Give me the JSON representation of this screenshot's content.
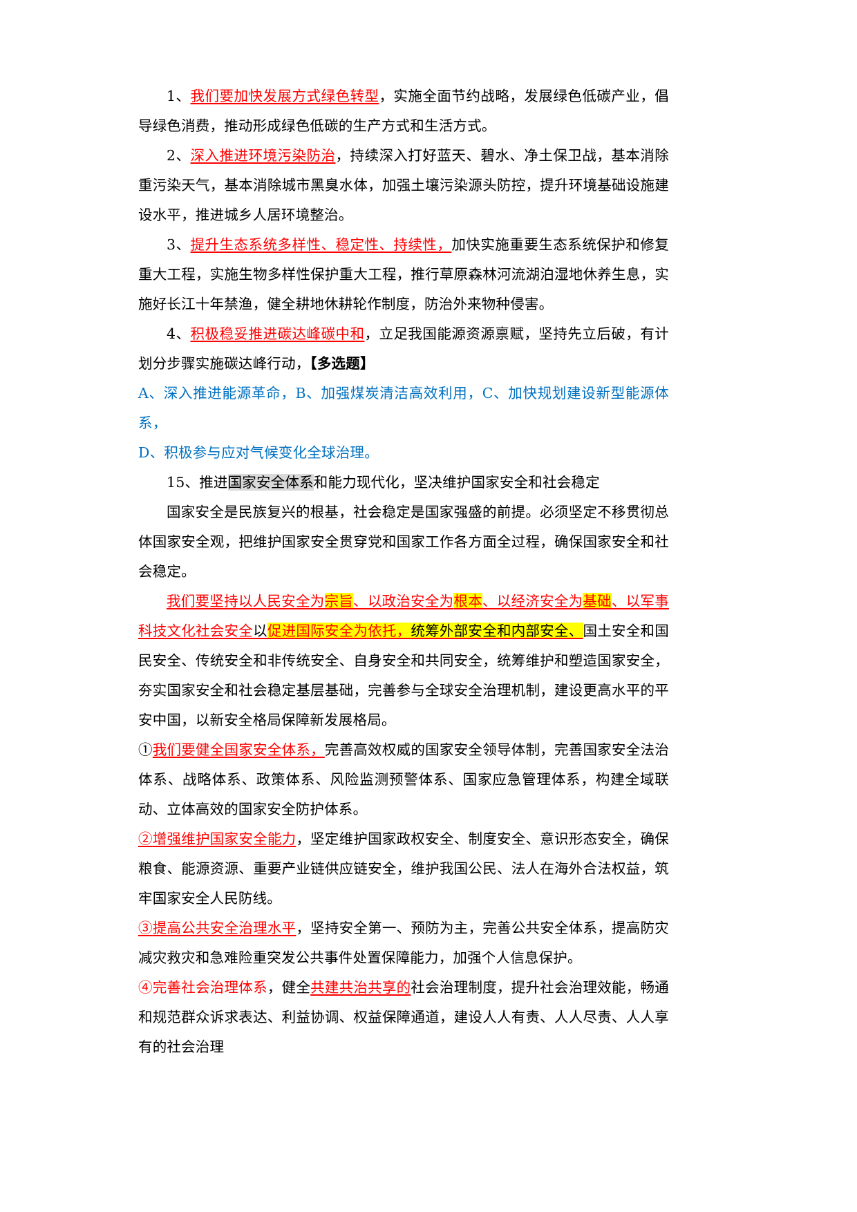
{
  "document": {
    "type": "study-notes-page",
    "language": "zh-CN",
    "colors": {
      "text": "#000000",
      "emphasis_red": "#FF0000",
      "option_blue": "#0070C0",
      "highlight_yellow": "#FFFF00",
      "highlight_gray": "#D9D9D9",
      "page_background": "#FFFFFF"
    }
  },
  "paragraphs": {
    "item1": {
      "number": "1、",
      "key_phrase": "我们要加快发展方式绿色转型",
      "body": "，实施全面节约战略，发展绿色低碳产业，倡导绿色消费，推动形成绿色低碳的生产方式和生活方式。"
    },
    "item2": {
      "number": "2、",
      "key_phrase": "深入推进环境污染防治",
      "body": "，持续深入打好蓝天、碧水、净土保卫战，基本消除重污染天气，基本消除城市黑臭水体，加强土壤污染源头防控，提升环境基础设施建设水平，推进城乡人居环境整治。"
    },
    "item3": {
      "number": "3、",
      "key_phrase": "提升生态系统多样性、稳定性、持续性，",
      "body": "加快实施重要生态系统保护和修复重大工程，实施生物多样性保护重大工程，推行草原森林河流湖泊湿地休养生息，实施好长江十年禁渔，健全耕地休耕轮作制度，防治外来物种侵害。"
    },
    "item4": {
      "number": "4、",
      "key_phrase": "积极稳妥推进碳达峰碳中和",
      "body": "，立足我国能源资源禀赋，坚持先立后破，有计划分步骤实施碳达峰行动，",
      "tag": "【多选题】"
    },
    "options": {
      "line1": "A、深入推进能源革命，B、加强煤炭清洁高效利用，C、加快规划建设新型能源体系，",
      "line2": "D、积极参与应对气候变化全球治理。"
    },
    "heading15": {
      "number": "15、",
      "prefix": "推进",
      "highlighted": "国家安全体系",
      "suffix": "和能力现代化，坚决维护国家安全和社会稳定"
    },
    "para_intro": "国家安全是民族复兴的根基，社会稳定是国家强盛的前提。必须坚定不移贯彻总体国家安全观，把维护国家安全贯穿党和国家工作各方面全过程，确保国家安全和社会稳定。",
    "para_core": {
      "r1": "我们要坚持以人民安全为",
      "h1": "宗旨",
      "r2": "、以政治安全为",
      "h2": "根本",
      "r3": "、以经济安全为",
      "h3": "基础",
      "r4": "、以军事科技文化社会安全",
      "b1": "以",
      "h4": "促进国际安全为依托，",
      "h5": "统筹外部安全和内部安全、",
      "tail": "国土安全和国民安全、传统安全和非传统安全、自身安全和共同安全，统筹维护和塑造国家安全，夯实国家安全和社会稳定基层基础，完善参与全球安全治理机制，建设更高水平的平安中国，以新安全格局保障新发展格局。"
    },
    "sub1": {
      "marker": "①",
      "key_phrase": "我们要健全国家安全体系，",
      "body": "完善高效权威的国家安全领导体制，完善国家安全法治体系、战略体系、政策体系、风险监测预警体系、国家应急管理体系，构建全域联动、立体高效的国家安全防护体系。"
    },
    "sub2": {
      "marker": "②",
      "key_phrase": "增强维护国家安全能力",
      "body": "，坚定维护国家政权安全、制度安全、意识形态安全，确保粮食、能源资源、重要产业链供应链安全，维护我国公民、法人在海外合法权益，筑牢国家安全人民防线。"
    },
    "sub3": {
      "marker": "③",
      "key_phrase": "提高公共安全治理水平",
      "body": "，坚持安全第一、预防为主，完善公共安全体系，提高防灾减灾救灾和急难险重突发公共事件处置保障能力，加强个人信息保护。"
    },
    "sub4": {
      "marker": "④",
      "key_phrase": "完善社会治理体系",
      "mid": "，健全",
      "key_phrase2": "共建共治共享的",
      "body": "社会治理制度，提升社会治理效能，畅通和规范群众诉求表达、利益协调、权益保障通道，建设人人有责、人人尽责、人人享有的社会治理"
    }
  }
}
